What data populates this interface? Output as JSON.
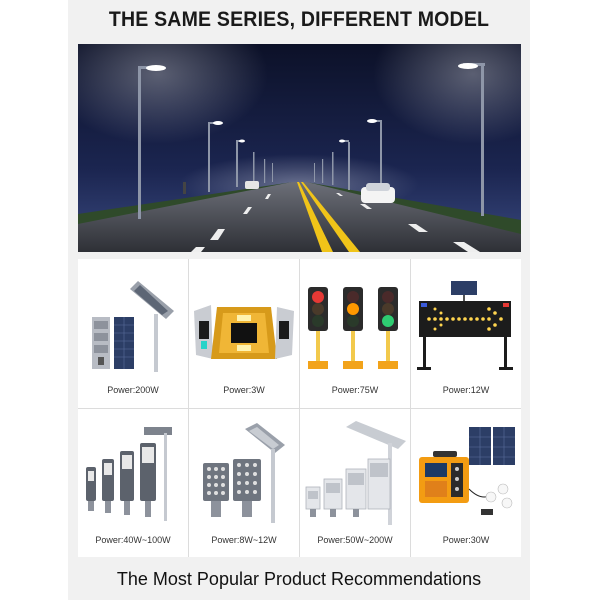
{
  "header": {
    "title": "THE SAME SERIES, DIFFERENT MODEL"
  },
  "hero": {
    "scene": "street-road-at-night-image"
  },
  "products": [
    {
      "id": "integrated-solar-street-light",
      "power": "Power:200W",
      "icon": "solar-street-light-icon"
    },
    {
      "id": "solar-road-stud",
      "power": "Power:3W",
      "icon": "road-stud-icon"
    },
    {
      "id": "portable-traffic-light",
      "power": "Power:75W",
      "icon": "traffic-light-icon"
    },
    {
      "id": "arrow-sign-board",
      "power": "Power:12W",
      "icon": "arrow-board-icon"
    },
    {
      "id": "street-light-series-a",
      "power": "Power:40W~100W",
      "icon": "street-light-series-icon"
    },
    {
      "id": "street-light-series-b",
      "power": "Power:8W~12W",
      "icon": "street-light-small-icon"
    },
    {
      "id": "street-light-series-c",
      "power": "Power:50W~200W",
      "icon": "street-light-large-icon"
    },
    {
      "id": "solar-generator-kit",
      "power": "Power:30W",
      "icon": "solar-generator-icon"
    }
  ],
  "footer": {
    "text": "The Most Popular Product Recommendations"
  },
  "colors": {
    "panel": "#f1f1f1",
    "night_sky": "#0f1530",
    "road": "#3a3d44",
    "lane_yellow": "#f0c419",
    "lamp_glow": "#e8ecff",
    "traffic_red": "#e53935",
    "traffic_amber": "#ff9800",
    "traffic_green": "#2ecc71",
    "generator_orange": "#f39c12"
  }
}
